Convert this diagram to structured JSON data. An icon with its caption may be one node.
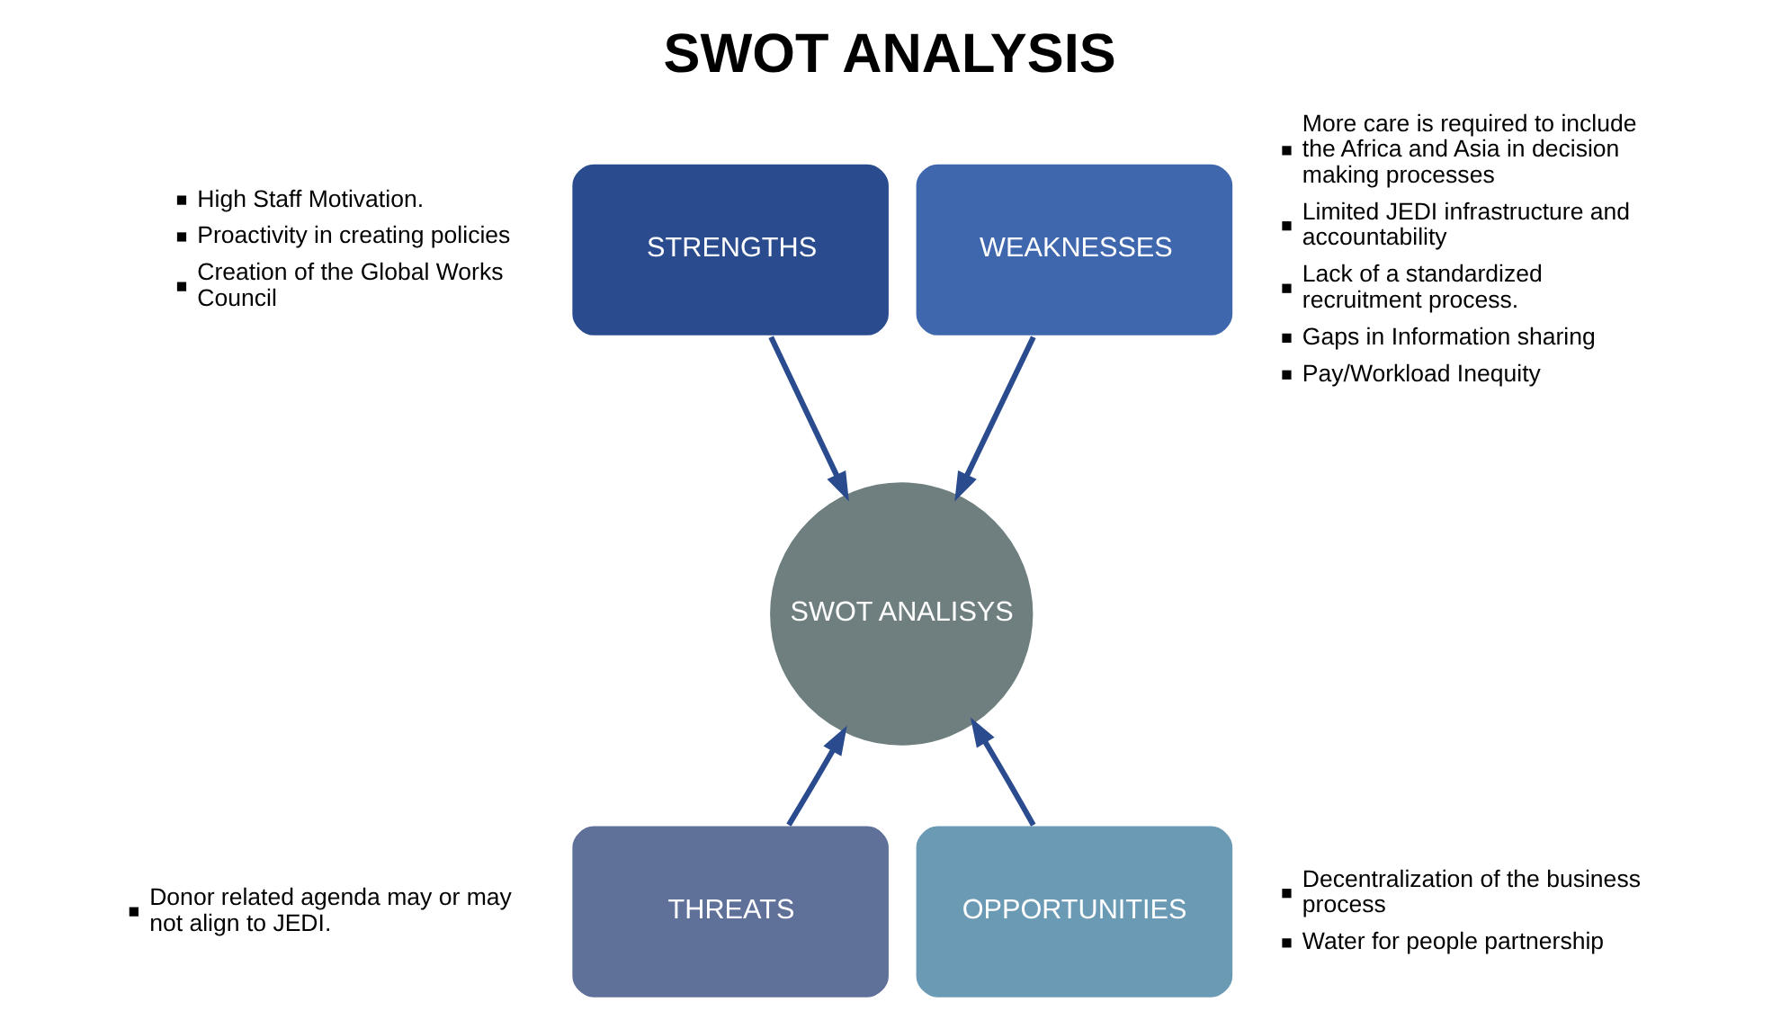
{
  "diagram": {
    "title": "SWOT ANALYSIS",
    "nodes": [
      {
        "text": [
          "STRENGTHS"
        ],
        "beside": [
          "High Staff Motivation.",
          "Proactivity in creating policies",
          "Creation of the Global Works Council"
        ]
      },
      {
        "text": [
          "WEAKNESSES"
        ],
        "beside": [
          "More care is required to include the Africa and Asia in decision making processes",
          "Limited JEDI infrastructure and accountability",
          "Lack of a standardized recruitment process.",
          "Gaps in Information sharing",
          "Pay/Workload Inequity"
        ]
      },
      {
        "text": [
          "SWOT ANALISYS"
        ]
      },
      {
        "text": [
          "THREATS"
        ],
        "beside": [
          "Donor related agenda may or may not align to JEDI."
        ]
      },
      {
        "text": [
          "OPPORTUNITIES"
        ],
        "beside": [
          "Decentralization of the business process",
          "Water for people partnership"
        ]
      }
    ],
    "edges": [
      {
        "from": 0,
        "to": 2,
        "arrow": "to"
      },
      {
        "from": 1,
        "to": 2,
        "arrow": "to"
      },
      {
        "from": 3,
        "to": 2,
        "arrow": "to"
      },
      {
        "from": 4,
        "to": 2,
        "arrow": "to"
      }
    ]
  }
}
